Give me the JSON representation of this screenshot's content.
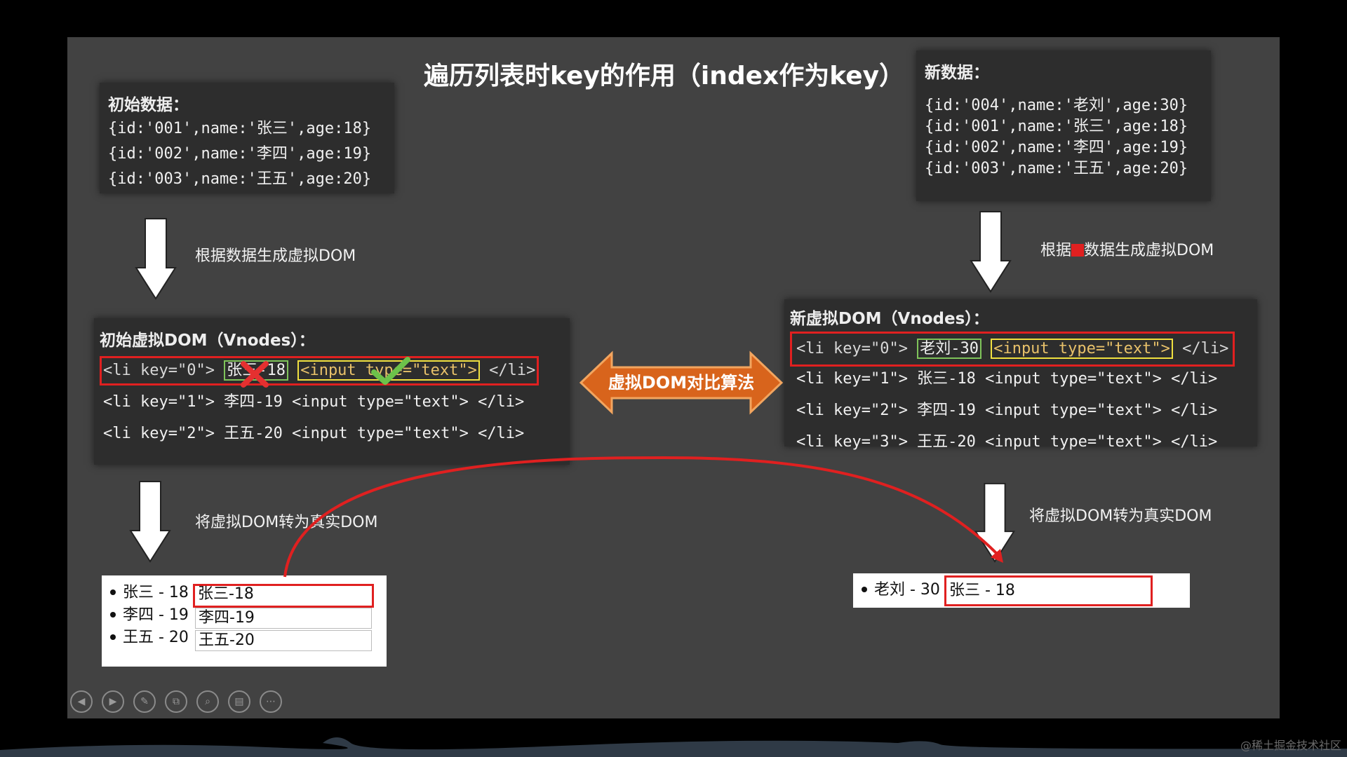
{
  "title": "遍历列表时key的作用（index作为key）",
  "initial_data": {
    "heading": "初始数据：",
    "rows": [
      "{id:'001',name:'张三',age:18}",
      "{id:'002',name:'李四',age:19}",
      "{id:'003',name:'王五',age:20}"
    ]
  },
  "new_data": {
    "heading": "新数据：",
    "rows": [
      "{id:'004',name:'老刘',age:30}",
      "{id:'001',name:'张三',age:18}",
      "{id:'002',name:'李四',age:19}",
      "{id:'003',name:'王五',age:20}"
    ]
  },
  "captions": {
    "gen_left": "根据数据生成虚拟DOM",
    "gen_right_pre": "根据",
    "gen_right_post": "数据生成虚拟DOM",
    "to_real_left": "将虚拟DOM转为真实DOM",
    "to_real_right": "将虚拟DOM转为真实DOM"
  },
  "initial_vdom": {
    "heading": "初始虚拟DOM（Vnodes）：",
    "first_row": {
      "open": "<li key=\"0\">",
      "text": "张三-18",
      "input": "<input type=\"text\">",
      "close": "</li>"
    },
    "rows": [
      "<li key=\"1\"> 李四-19 <input type=\"text\"> </li>",
      "<li key=\"2\"> 王五-20 <input type=\"text\"> </li>"
    ]
  },
  "new_vdom": {
    "heading": "新虚拟DOM（Vnodes）：",
    "first_row": {
      "open": "<li key=\"0\">",
      "text": "老刘-30",
      "input": "<input type=\"text\">",
      "close": "</li>"
    },
    "rows": [
      "<li key=\"1\"> 张三-18 <input type=\"text\"> </li>",
      "<li key=\"2\"> 李四-19 <input type=\"text\"> </li>",
      "<li key=\"3\"> 王五-20 <input type=\"text\"> </li>"
    ]
  },
  "algo_label": "虚拟DOM对比算法",
  "left_real": {
    "items": [
      "张三 - 18",
      "李四 - 19",
      "王五 - 20"
    ],
    "inputs": [
      "张三-18",
      "李四-19",
      "王五-20"
    ]
  },
  "right_real": {
    "item": "老刘 - 30",
    "input": "张三 - 18"
  },
  "toolbar": {
    "icons": [
      "prev-icon",
      "next-icon",
      "pen-icon",
      "slides-icon",
      "zoom-icon",
      "subtitle-icon",
      "more-icon"
    ],
    "glyphs": [
      "◀",
      "▶",
      "✎",
      "⧉",
      "⌕",
      "▤",
      "⋯"
    ]
  },
  "watermark": "@稀土掘金技术社区",
  "colors": {
    "highlight_red": "#e02020",
    "text_green_box": "#7fc35a",
    "input_yellow_box": "#f0e040",
    "algo_orange": "#d8641c"
  }
}
